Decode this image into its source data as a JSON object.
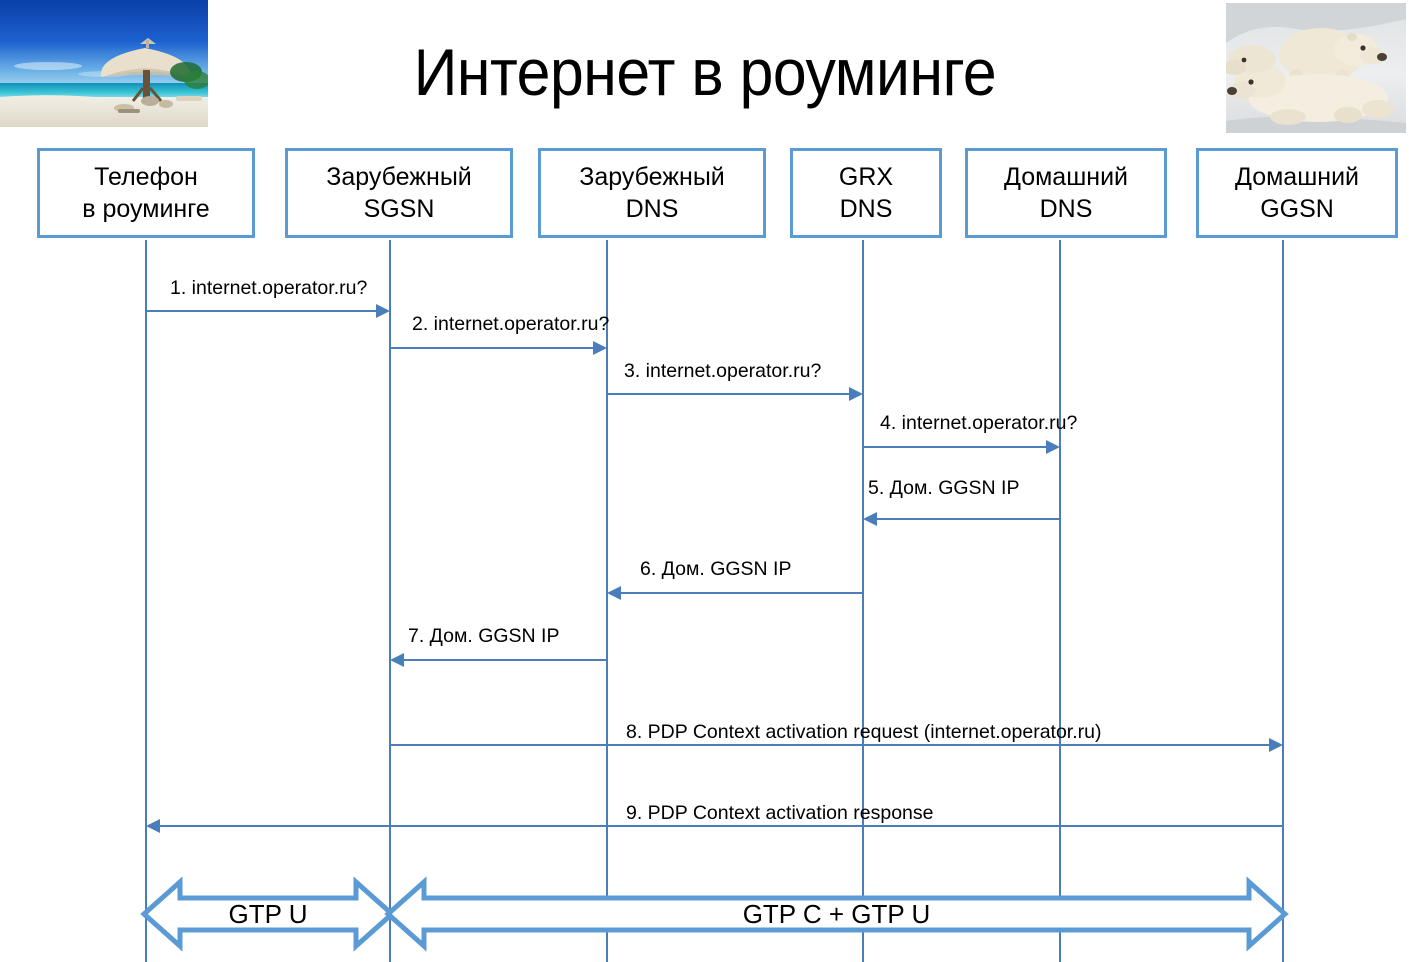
{
  "slide": {
    "title": "Интернет в роуминге",
    "images": [
      {
        "name": "beach-photo",
        "alt": "Тропический пляж с пальмовым зонтом"
      },
      {
        "name": "polar-bears-photo",
        "alt": "Белые медведи на снегу"
      }
    ]
  },
  "accent_color": "#5B9BD5",
  "line_color": "#4A7EBB",
  "participants": [
    {
      "id": "phone",
      "line1": "Телефон",
      "line2": "в роуминге"
    },
    {
      "id": "fgn-sgsn",
      "line1": "Зарубежный",
      "line2": "SGSN"
    },
    {
      "id": "fgn-dns",
      "line1": "Зарубежный",
      "line2": "DNS"
    },
    {
      "id": "grx-dns",
      "line1": "GRX",
      "line2": "DNS"
    },
    {
      "id": "home-dns",
      "line1": "Домашний",
      "line2": "DNS"
    },
    {
      "id": "home-ggsn",
      "line1": "Домашний",
      "line2": "GGSN"
    }
  ],
  "messages": [
    {
      "num": "1",
      "label": "1. internet.operator.ru?",
      "from": "phone",
      "to": "fgn-sgsn",
      "dir": "right"
    },
    {
      "num": "2",
      "label": "2. internet.operator.ru?",
      "from": "fgn-sgsn",
      "to": "fgn-dns",
      "dir": "right"
    },
    {
      "num": "3",
      "label": "3. internet.operator.ru?",
      "from": "fgn-dns",
      "to": "grx-dns",
      "dir": "right"
    },
    {
      "num": "4",
      "label": "4. internet.operator.ru?",
      "from": "grx-dns",
      "to": "home-dns",
      "dir": "right"
    },
    {
      "num": "5",
      "label": "5.  Дом. GGSN IP",
      "from": "home-dns",
      "to": "grx-dns",
      "dir": "left"
    },
    {
      "num": "6",
      "label": "6. Дом. GGSN IP",
      "from": "grx-dns",
      "to": "fgn-dns",
      "dir": "left"
    },
    {
      "num": "7",
      "label": "7. Дом. GGSN IP",
      "from": "fgn-dns",
      "to": "fgn-sgsn",
      "dir": "left"
    },
    {
      "num": "8",
      "label": "8. PDP Context activation request (internet.operator.ru)",
      "from": "fgn-sgsn",
      "to": "home-ggsn",
      "dir": "right"
    },
    {
      "num": "9",
      "label": "9. PDP Context activation response",
      "from": "home-ggsn",
      "to": "phone",
      "dir": "left"
    }
  ],
  "bearers": [
    {
      "id": "gtp-u",
      "label": "GTP U",
      "from": "phone",
      "to": "fgn-sgsn"
    },
    {
      "id": "gtp-cu",
      "label": "GTP C + GTP U",
      "from": "fgn-sgsn",
      "to": "home-ggsn"
    }
  ]
}
